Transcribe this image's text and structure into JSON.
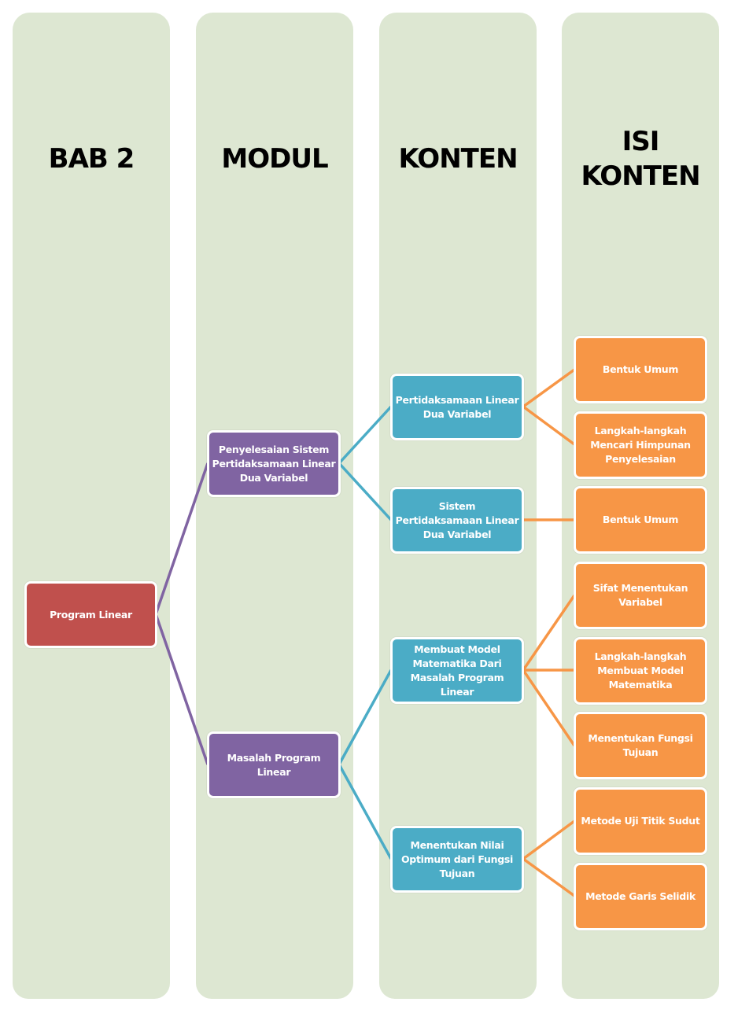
{
  "columns": [
    {
      "title": "BAB 2"
    },
    {
      "title": "MODUL"
    },
    {
      "title": "KONTEN"
    },
    {
      "title": "ISI\nKONTEN",
      "line1": "ISI",
      "line2": "KONTEN"
    }
  ],
  "colors": {
    "column_bg": "#dde7d2",
    "bab": "#c0504d",
    "modul": "#8064a2",
    "konten": "#4bacc6",
    "isi": "#f79646"
  },
  "bab": {
    "label": "Program Linear"
  },
  "modul": [
    {
      "label": "Penyelesaian Sistem Pertidaksamaan Linear Dua Variabel"
    },
    {
      "label": "Masalah Program Linear"
    }
  ],
  "konten": [
    {
      "label": "Pertidaksamaan Linear Dua Variabel",
      "parent": 0
    },
    {
      "label": "Sistem Pertidaksamaan Linear Dua Variabel",
      "parent": 0
    },
    {
      "label": "Membuat Model Matematika Dari Masalah Program Linear",
      "parent": 1
    },
    {
      "label": "Menentukan Nilai Optimum dari Fungsi Tujuan",
      "parent": 1
    }
  ],
  "isi": [
    {
      "label": "Bentuk Umum",
      "parent": 0
    },
    {
      "label": "Langkah-langkah Mencari Himpunan Penyelesaian",
      "parent": 0
    },
    {
      "label": "Bentuk Umum",
      "parent": 1
    },
    {
      "label": "Sifat Menentukan Variabel",
      "parent": 2
    },
    {
      "label": "Langkah-langkah Membuat Model Matematika",
      "parent": 2
    },
    {
      "label": "Menentukan Fungsi Tujuan",
      "parent": 2
    },
    {
      "label": "Metode Uji Titik Sudut",
      "parent": 3
    },
    {
      "label": "Metode Garis Selidik",
      "parent": 3
    }
  ]
}
